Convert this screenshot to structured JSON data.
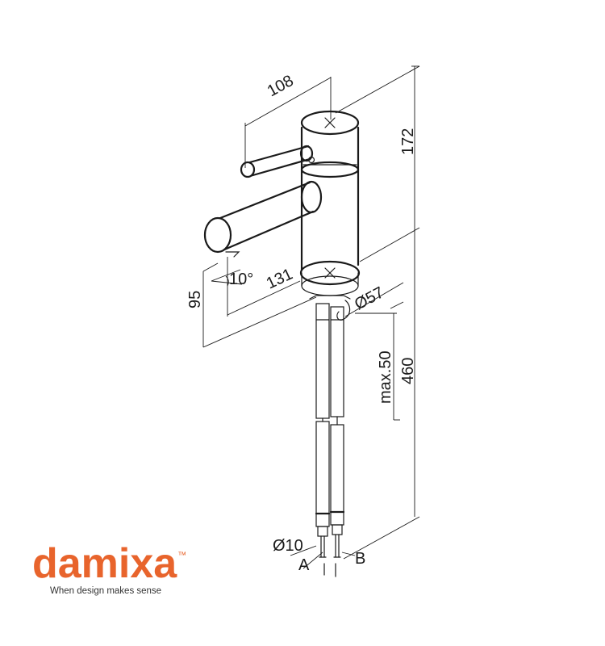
{
  "dimensions": {
    "lever_reach": "108",
    "top_height": "172",
    "spout_reach": "131",
    "spout_height": "95",
    "spout_angle": "10°",
    "base_diameter": "Ø57",
    "max_thickness": "max.50",
    "hose_length": "460",
    "hose_diameter": "Ø10",
    "hose_a": "A",
    "hose_b": "B"
  },
  "brand": {
    "name": "damixa",
    "trademark": "™",
    "tagline": "When design makes sense",
    "color": "#e8642c"
  }
}
